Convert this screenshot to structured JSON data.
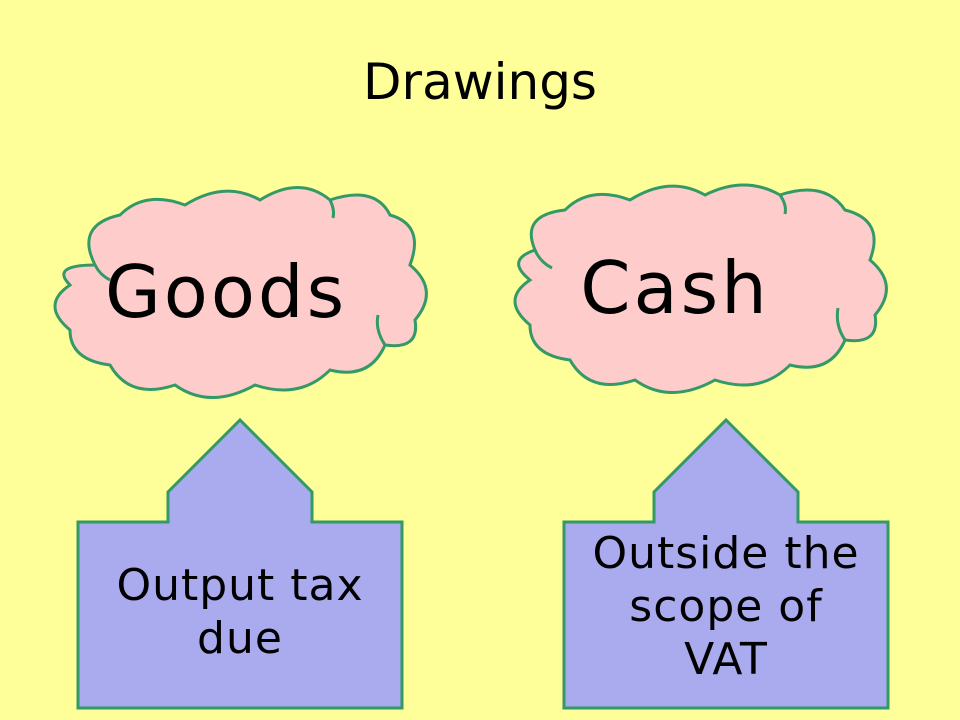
{
  "title": "Drawings",
  "colors": {
    "background": "#FFFF99",
    "cloud_fill": "#FFCCCC",
    "cloud_stroke": "#339966",
    "arrow_fill": "#AAAAEE",
    "arrow_stroke": "#339966"
  },
  "left": {
    "cloud_label": "Goods",
    "box_line1": "Output tax",
    "box_line2": "due"
  },
  "right": {
    "cloud_label": "Cash",
    "box_line1": "Outside the",
    "box_line2": "scope of",
    "box_line3": "VAT"
  }
}
